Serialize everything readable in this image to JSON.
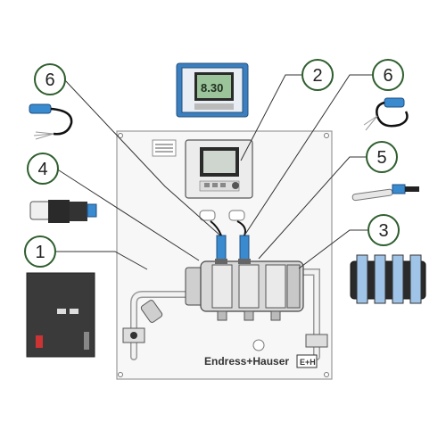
{
  "diagram": {
    "callouts": [
      {
        "id": "1",
        "label": "1"
      },
      {
        "id": "2",
        "label": "2"
      },
      {
        "id": "3",
        "label": "3"
      },
      {
        "id": "4",
        "label": "4"
      },
      {
        "id": "5",
        "label": "5"
      },
      {
        "id": "6a",
        "label": "6"
      },
      {
        "id": "6b",
        "label": "6"
      }
    ],
    "brand": "Endress+Hauser",
    "brand_logo": "E+H",
    "display_reading": "8.30",
    "colors": {
      "callout_circle": "#2e5e2e",
      "leader_line": "#333333",
      "panel": "#f7f7f7",
      "sensor_blue": "#3a8ad0",
      "housing_blue": "#3b7fc0"
    }
  }
}
